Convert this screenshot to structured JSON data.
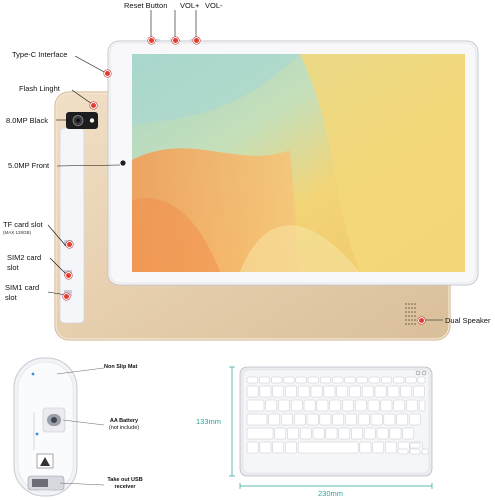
{
  "callouts": {
    "reset_button": "Reset Button",
    "vol_plus": "VOL+",
    "vol_minus": "VOL-",
    "type_c": "Type-C Interface",
    "flash_light": "Flash Linght",
    "rear_camera": "8.0MP Black",
    "front_camera": "5.0MP Front",
    "tf_card": "TF card slot",
    "tf_card_note": "(MAX 128GB)",
    "sim2_line1": "SIM2 card",
    "sim2_line2": "slot",
    "sim1_line1": "SIM1 card",
    "sim1_line2": "slot",
    "dual_speaker": "Dual Speaker"
  },
  "mouse": {
    "non_slip": "Non Slip Mat",
    "battery_line1": "AA Battery",
    "battery_line2": "(not include)",
    "receiver_line1": "Take out USB",
    "receiver_line2": "receiver"
  },
  "keyboard": {
    "height": "133mm",
    "width": "230mm"
  },
  "colors": {
    "gold_body": "#e8d2b4",
    "accent_red": "#e53b2c",
    "screen_yellow": "#f0d36a",
    "screen_orange": "#f0a35a",
    "screen_green": "#b9dcc4",
    "dimension_line": "#2aa198"
  }
}
